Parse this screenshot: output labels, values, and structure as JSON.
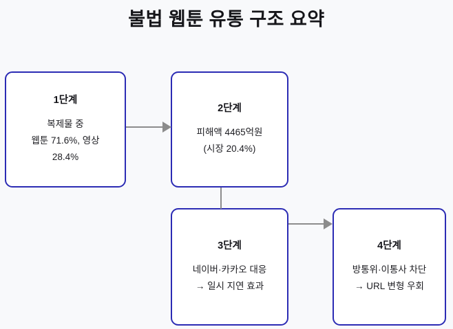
{
  "page": {
    "title": "불법 웹툰 유통 구조 요약",
    "background_color": "#f8f9fb",
    "node_border_color": "#2b2bb4",
    "connector_color": "#8c8c8c"
  },
  "diagram": {
    "type": "flowchart",
    "nodes": [
      {
        "id": "node-1",
        "title": "1단계",
        "lines": [
          "복제물 중",
          "웹툰 71.6%, 영상",
          "28.4%"
        ]
      },
      {
        "id": "node-2",
        "title": "2단계",
        "lines": [
          "피해액 4465억원",
          "(시장 20.4%)"
        ]
      },
      {
        "id": "node-3",
        "title": "3단계",
        "lines": [
          "네이버·카카오 대응",
          "→ 일시 지연 효과"
        ]
      },
      {
        "id": "node-4",
        "title": "4단계",
        "lines": [
          "방통위·이통사 차단",
          "→ URL 변형 우회"
        ]
      }
    ],
    "edges": [
      {
        "id": "edge-1-2",
        "from": "node-1",
        "to": "node-2",
        "direction": "right",
        "arrowhead": true
      },
      {
        "id": "edge-2-3",
        "from": "node-2",
        "to": "node-3",
        "direction": "down",
        "arrowhead": false
      },
      {
        "id": "edge-3-4",
        "from": "node-3",
        "to": "node-4",
        "direction": "right",
        "arrowhead": true
      }
    ]
  }
}
